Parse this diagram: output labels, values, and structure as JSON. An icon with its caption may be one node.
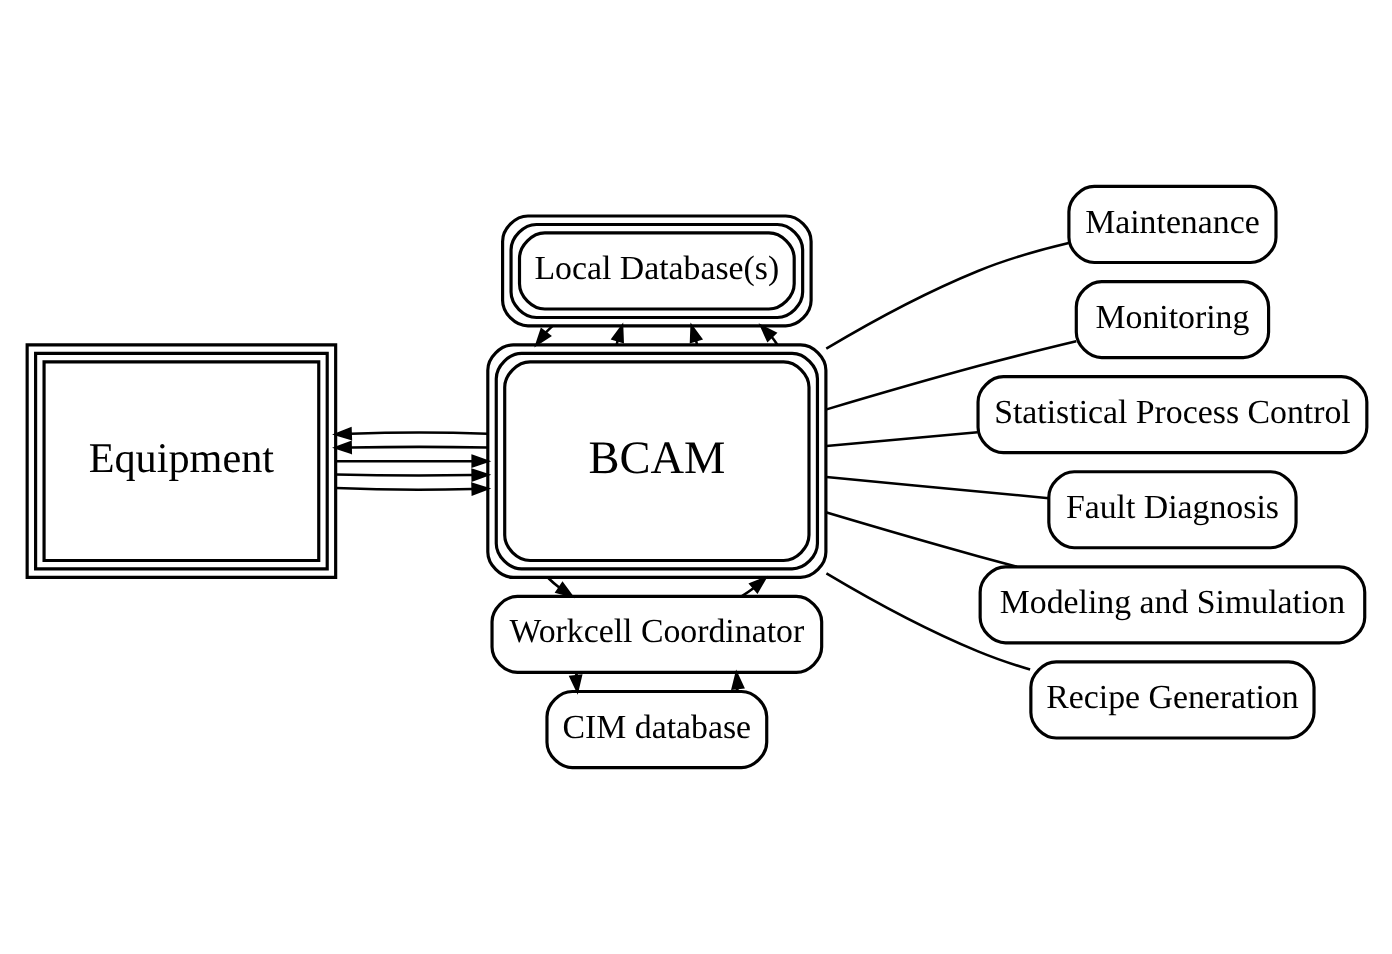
{
  "diagram": {
    "nodes": [
      {
        "text": [
          "CIM database"
        ]
      },
      {
        "text": [
          "Workcell Coordinator"
        ]
      },
      {
        "text": [
          "Equipment"
        ]
      },
      {
        "text": [
          "BCAM"
        ]
      },
      {
        "text": [
          "Local Database(s)"
        ]
      },
      {
        "text": [
          "Maintenance"
        ]
      },
      {
        "text": [
          "Monitoring"
        ]
      },
      {
        "text": [
          "Statistical Process Control"
        ]
      },
      {
        "text": [
          "Fault Diagnosis"
        ]
      },
      {
        "text": [
          "Modeling and Simulation"
        ]
      },
      {
        "text": [
          "Recipe Generation"
        ]
      }
    ],
    "edges": [
      {
        "from": 0,
        "to": 1,
        "arrow": "to"
      },
      {
        "from": 1,
        "to": 0,
        "arrow": "to"
      },
      {
        "from": 1,
        "to": 3,
        "arrow": "to"
      },
      {
        "from": 3,
        "to": 1,
        "arrow": "to"
      },
      {
        "from": 2,
        "to": 3,
        "arrow": "to"
      },
      {
        "from": 2,
        "to": 3,
        "arrow": "to"
      },
      {
        "from": 2,
        "to": 3,
        "arrow": "to"
      },
      {
        "from": 3,
        "to": 2,
        "arrow": "to"
      },
      {
        "from": 3,
        "to": 2,
        "arrow": "to"
      },
      {
        "from": 3,
        "to": 4,
        "arrow": "to"
      },
      {
        "from": 3,
        "to": 4,
        "arrow": "to"
      },
      {
        "from": 3,
        "to": 4,
        "arrow": "to"
      },
      {
        "from": 4,
        "to": 3,
        "arrow": "to"
      },
      {
        "from": 3,
        "to": 5,
        "arrow": "none"
      },
      {
        "from": 3,
        "to": 6,
        "arrow": "none"
      },
      {
        "from": 3,
        "to": 7,
        "arrow": "none"
      },
      {
        "from": 3,
        "to": 8,
        "arrow": "none"
      },
      {
        "from": 3,
        "to": 9,
        "arrow": "none"
      },
      {
        "from": 3,
        "to": 10,
        "arrow": "none"
      }
    ]
  }
}
